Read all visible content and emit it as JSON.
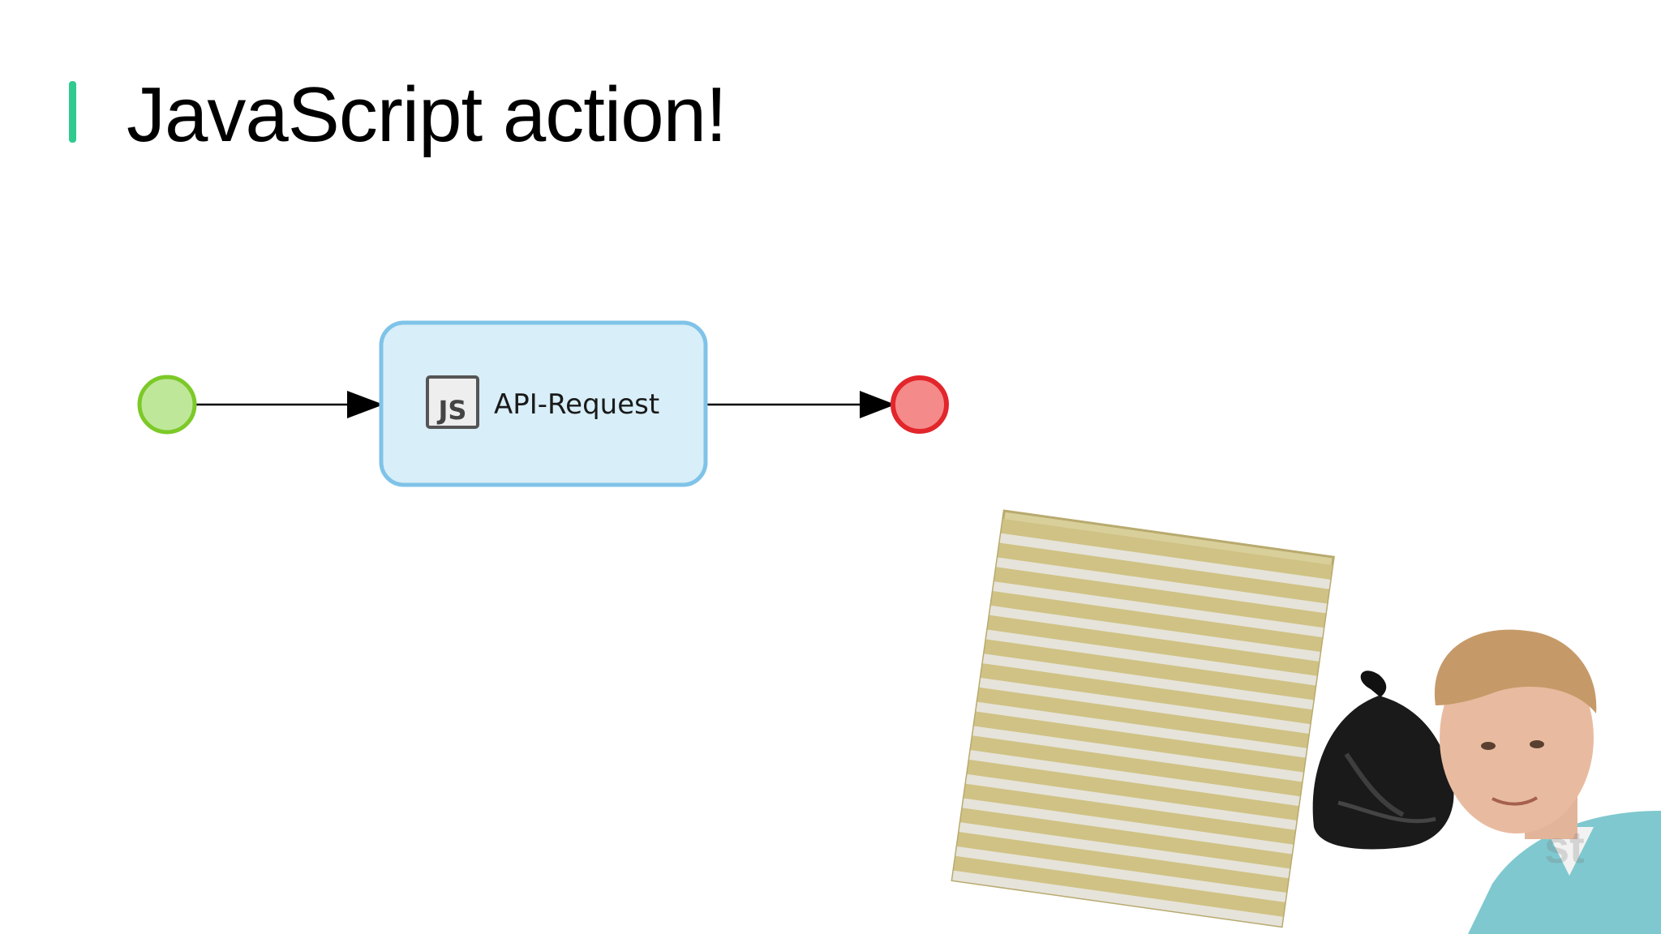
{
  "slide": {
    "title": "JavaScript action!",
    "accent_color": "#2fcb8e"
  },
  "diagram": {
    "start_event": {
      "fill": "#bfe79a",
      "stroke": "#7cc928"
    },
    "task": {
      "label": "API-Request",
      "icon": "js-icon",
      "icon_text": "JS",
      "fill": "#d8eef8",
      "stroke": "#7fc3e8"
    },
    "end_event": {
      "fill": "#f48a8a",
      "stroke": "#e2262c"
    },
    "arrow_color": "#000000"
  },
  "overlay": {
    "watermark": "st"
  }
}
